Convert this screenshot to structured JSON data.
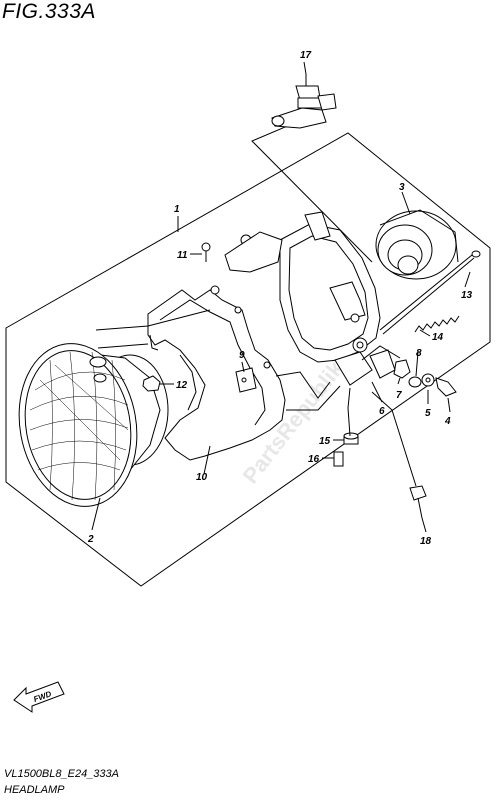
{
  "figure": {
    "title": "FIG.333A",
    "code": "VL1500BL8_E24_333A",
    "name": "HEADLAMP"
  },
  "direction_arrow": {
    "label": "FWD"
  },
  "watermark": {
    "text": "PartsRepublik"
  },
  "callouts": [
    "1",
    "2",
    "3",
    "4",
    "5",
    "6",
    "7",
    "8",
    "9",
    "10",
    "11",
    "12",
    "13",
    "14",
    "15",
    "16",
    "17",
    "18"
  ]
}
